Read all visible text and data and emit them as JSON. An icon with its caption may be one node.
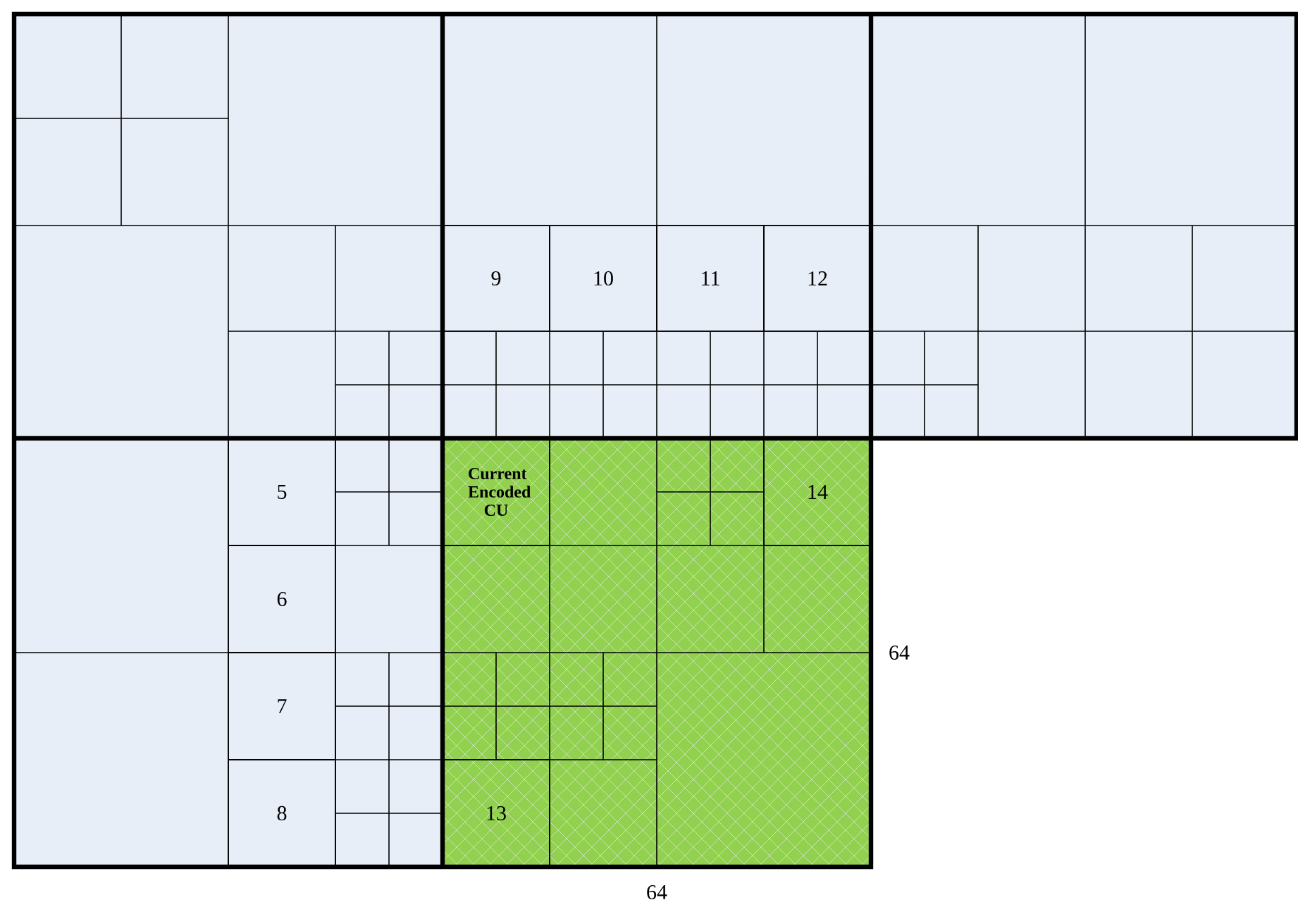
{
  "diagram": {
    "nodes": [
      {
        "text": [
          "9"
        ]
      },
      {
        "text": [
          "10"
        ]
      },
      {
        "text": [
          "11"
        ]
      },
      {
        "text": [
          "12"
        ]
      },
      {
        "text": [
          "5"
        ]
      },
      {
        "text": [
          "6"
        ]
      },
      {
        "text": [
          "7"
        ]
      },
      {
        "text": [
          "8"
        ]
      },
      {
        "text": [
          "Current Encoded CU"
        ]
      },
      {
        "text": [
          "14"
        ]
      },
      {
        "text": [
          "13"
        ]
      }
    ],
    "edges": [],
    "labels": [
      "64",
      "64"
    ]
  }
}
